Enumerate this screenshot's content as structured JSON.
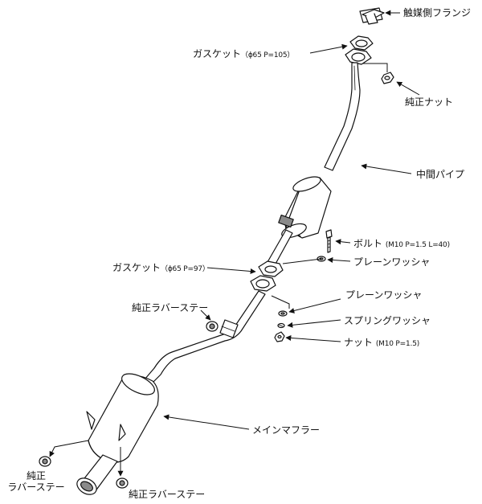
{
  "diagram": {
    "colors": {
      "line": "#111111",
      "fill": "#ffffff",
      "shade": "#8a8a8a"
    },
    "labels": {
      "catalyst_flange": "触媒側フランジ",
      "gasket_top_name": "ガスケット",
      "gasket_top_spec": "（ϕ65 P=105）",
      "stock_nut": "純正ナット",
      "center_pipe": "中間パイプ",
      "bolt_name": "ボルト",
      "bolt_spec": "(M10 P=1.5 L=40)",
      "plain_washer_1": "プレーンワッシャ",
      "gasket_mid_name": "ガスケット",
      "gasket_mid_spec": "（ϕ65 P=97）",
      "plain_washer_2": "プレーンワッシャ",
      "rubber_stay_upper": "純正ラバーステー",
      "spring_washer": "スプリングワッシャ",
      "nut_name": "ナット",
      "nut_spec": "(M10 P=1.5)",
      "main_muffler": "メインマフラー",
      "rubber_stay_left_line1": "純正",
      "rubber_stay_left_line2": "ラバーステー",
      "rubber_stay_bottom": "純正ラバーステー"
    }
  }
}
